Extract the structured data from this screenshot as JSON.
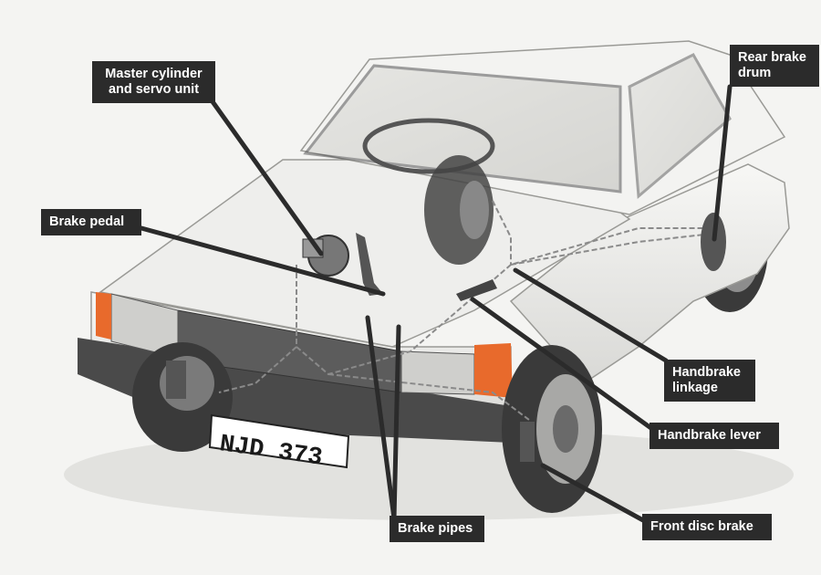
{
  "diagram": {
    "labels": {
      "master_cylinder": "Master cylinder\nand servo unit",
      "rear_brake_drum": "Rear brake\ndrum",
      "brake_pedal": "Brake pedal",
      "handbrake_linkage": "Handbrake\nlinkage",
      "handbrake_lever": "Handbrake lever",
      "front_disc_brake": "Front disc brake",
      "brake_pipes": "Brake pipes"
    },
    "number_plate": "NJD 373",
    "colors": {
      "label_background": "#2b2b2b",
      "label_text": "#ffffff",
      "leader_line": "#2b2b2b",
      "car_body": "#ececea",
      "indicator_orange": "#e86a2c",
      "brake_pipe": "#8a8a8a"
    }
  }
}
